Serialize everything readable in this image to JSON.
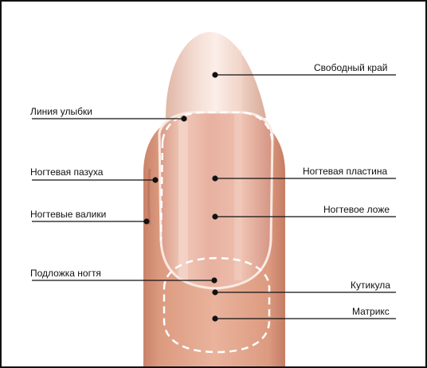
{
  "title": "",
  "labels": {
    "free_edge": "Свободный край",
    "smile_line": "Линия улыбки",
    "nail_sinus": "Ногтевая пазуха",
    "nail_plate": "Ногтевая пластина",
    "nail_folds": "Ногтевые валики",
    "nail_bed": "Ногтевое ложе",
    "nail_base": "Подложка ногтя",
    "cuticle": "Кутикула",
    "matrix": "Матрикс"
  },
  "colors": {
    "skin": "#e3a68c",
    "skin_dark": "#c9836a",
    "nail": "#e9b5a4",
    "free_edge": "#f0d2c6",
    "dashed": "#ffffff",
    "leader": "#111111"
  }
}
